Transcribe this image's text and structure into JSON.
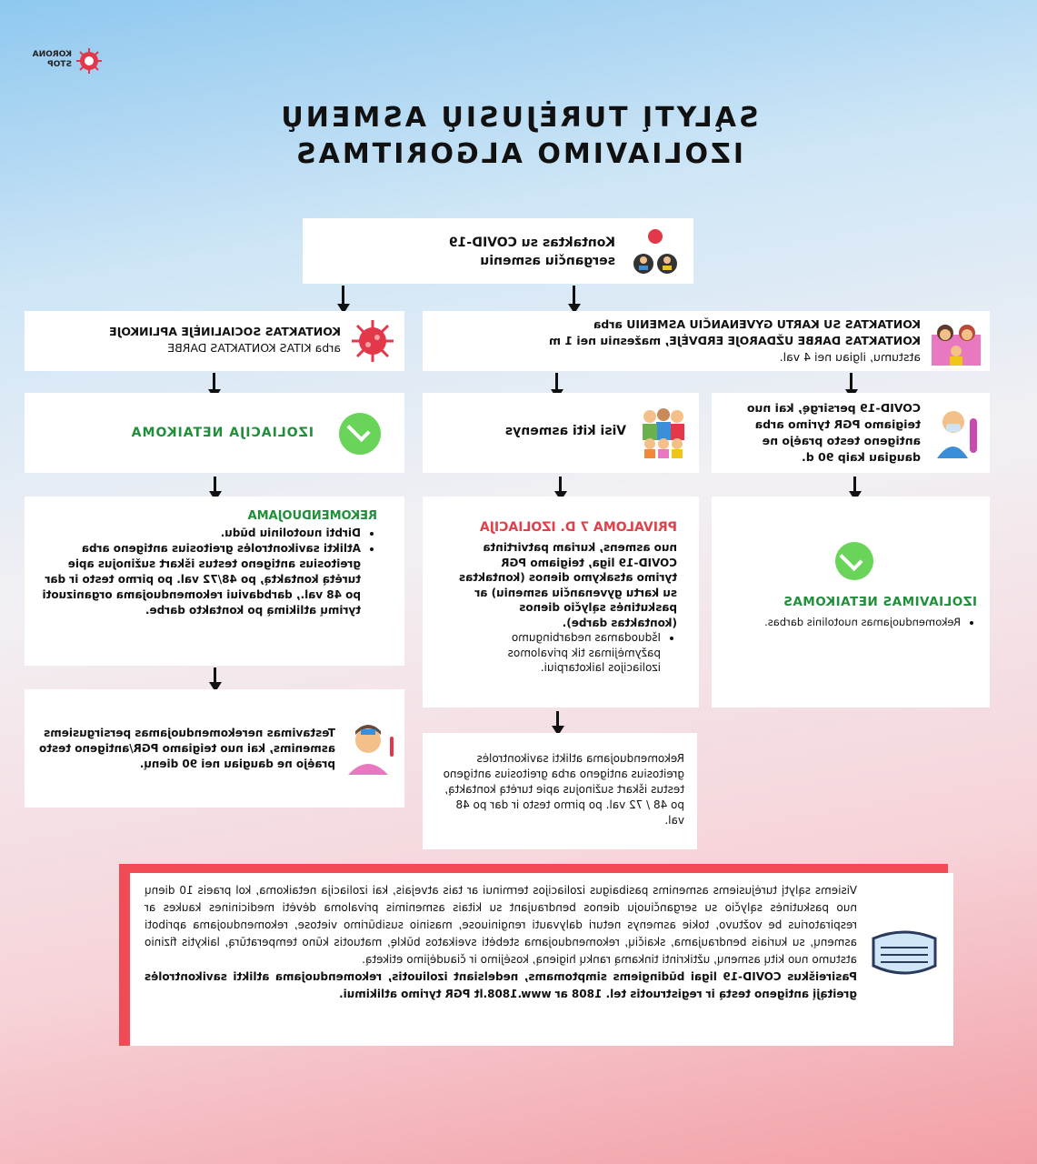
{
  "logo": {
    "line1": "KORONA",
    "line2": "STOP"
  },
  "title": {
    "line1": "SĄLYTĮ TURĖJUSIŲ ASMENŲ",
    "line2": "IZOLIAVIMO ALGORITMAS"
  },
  "top_box": {
    "line1": "Kontaktas su COVID-19",
    "line2": "sergančiu asmeniu"
  },
  "left_col": {
    "social": {
      "line1": "KONTAKTAS SOCIALINĖJE APLINKOJE",
      "line2": "arba KITAS KONTAKTAS DARBE"
    },
    "no_isolation": "IZOLIACIJA NETAIKOMA",
    "recommended": {
      "heading": "REKOMENDUOJAMA",
      "items": [
        "Dirbti nuotoliniu būdu.",
        "Atlikti savikontrolės greitosius antigeno arba greitosius antigeno testus iškart sužinojus apie turėtą kontaktą, po 48/72  val. po pirmo testo ir dar po 48 val., darbdaviui rekomenduojama organizuoti tyrimų atlikimą po kontakto darbe."
      ]
    },
    "testing": "Testavimas nerekomenduojamas persirgusiems asmenims, kai nuo teigiamo PGR/antigeno testo praėjo ne daugiau nei 90 dienų."
  },
  "right_col": {
    "household": {
      "line1": "KONTAKTAS SU KARTU GYVENANČIU ASMENIU arba",
      "line2": "KONTAKTAS DARBE UŽDAROJE ERDVĖJE, mažesniu nei 1 m",
      "line3": "atstumu, ilgiau nei 4 val."
    },
    "everyone": "Visi kiti asmenys",
    "recovered": "COVID-19 persirgę, kai nuo teigiamo PGR tyrimo arba antigeno testo praėjo ne daugiau kaip 90 d.",
    "mandatory": {
      "heading": "PRIVALOMA 7 D. IZOLIACIJA",
      "item1": "nuo asmens, kuriam patvirtinta COVID-19 liga, teigiamo PGR tyrimo atsakymo dienos (kontaktas su kartu gyvenančiu asmeniu) ar paskutinės sąlyčio dienos (kontaktas darbe).",
      "item2": "Išduodamas nedarbingumo pažymėjimas tik privalomos izoliacijos laikotarpiui."
    },
    "no_isolation2": {
      "heading": "IZOLIAVIMAS NETAIKOMAS",
      "item": "Rekomenduojamas nuotolinis darbas."
    },
    "self_test": "Rekomenduojama atlikti savikontrolės greitosius antigeno arba greitosius antigeno testus iškart sužinojus apie turėtą kontaktą, po 48 / 72  val. po pirmo testo ir dar po 48 val."
  },
  "footer": {
    "paragraph": "Visiems sąlytį turėjusiems asmenims pasibaigus izoliacijos terminui ar tais atvejais, kai izoliacija netaikoma, kol praeis 10 dienų nuo paskutinės sąlyčio su sergančiuoju dienos bendraujant su kitais asmenimis privaloma dėvėti medicinines kaukes ar respiratorius be vožtuvo, tokie asmenys neturi dalyvauti renginiuose, masinio susibūrimo vietose, rekomenduojama apriboti asmenų, su kuriais bendraujama, skaičių, rekomenduojama stebėti sveikatos būklę, matuotis kūno temperatūrą, laikytis fizinio atstumo nuo kitų asmenų, užtikrinti tinkamą rankų higieną, kosėjimo ir čiaudėjimo etiketą.",
    "bold": "Pasireiškus COVID-19 ligai būdingiems simptomams, nedelsiant izoliuotis, rekomenduojama atlikti savikontrolės greitąjį antigeno testą ir registruotis tel. 1808 ar www.1808.lt PGR tyrimo atlikimui."
  },
  "colors": {
    "green": "#1f8f3a",
    "red": "#e0404a",
    "accent_bar": "#f04b55"
  }
}
